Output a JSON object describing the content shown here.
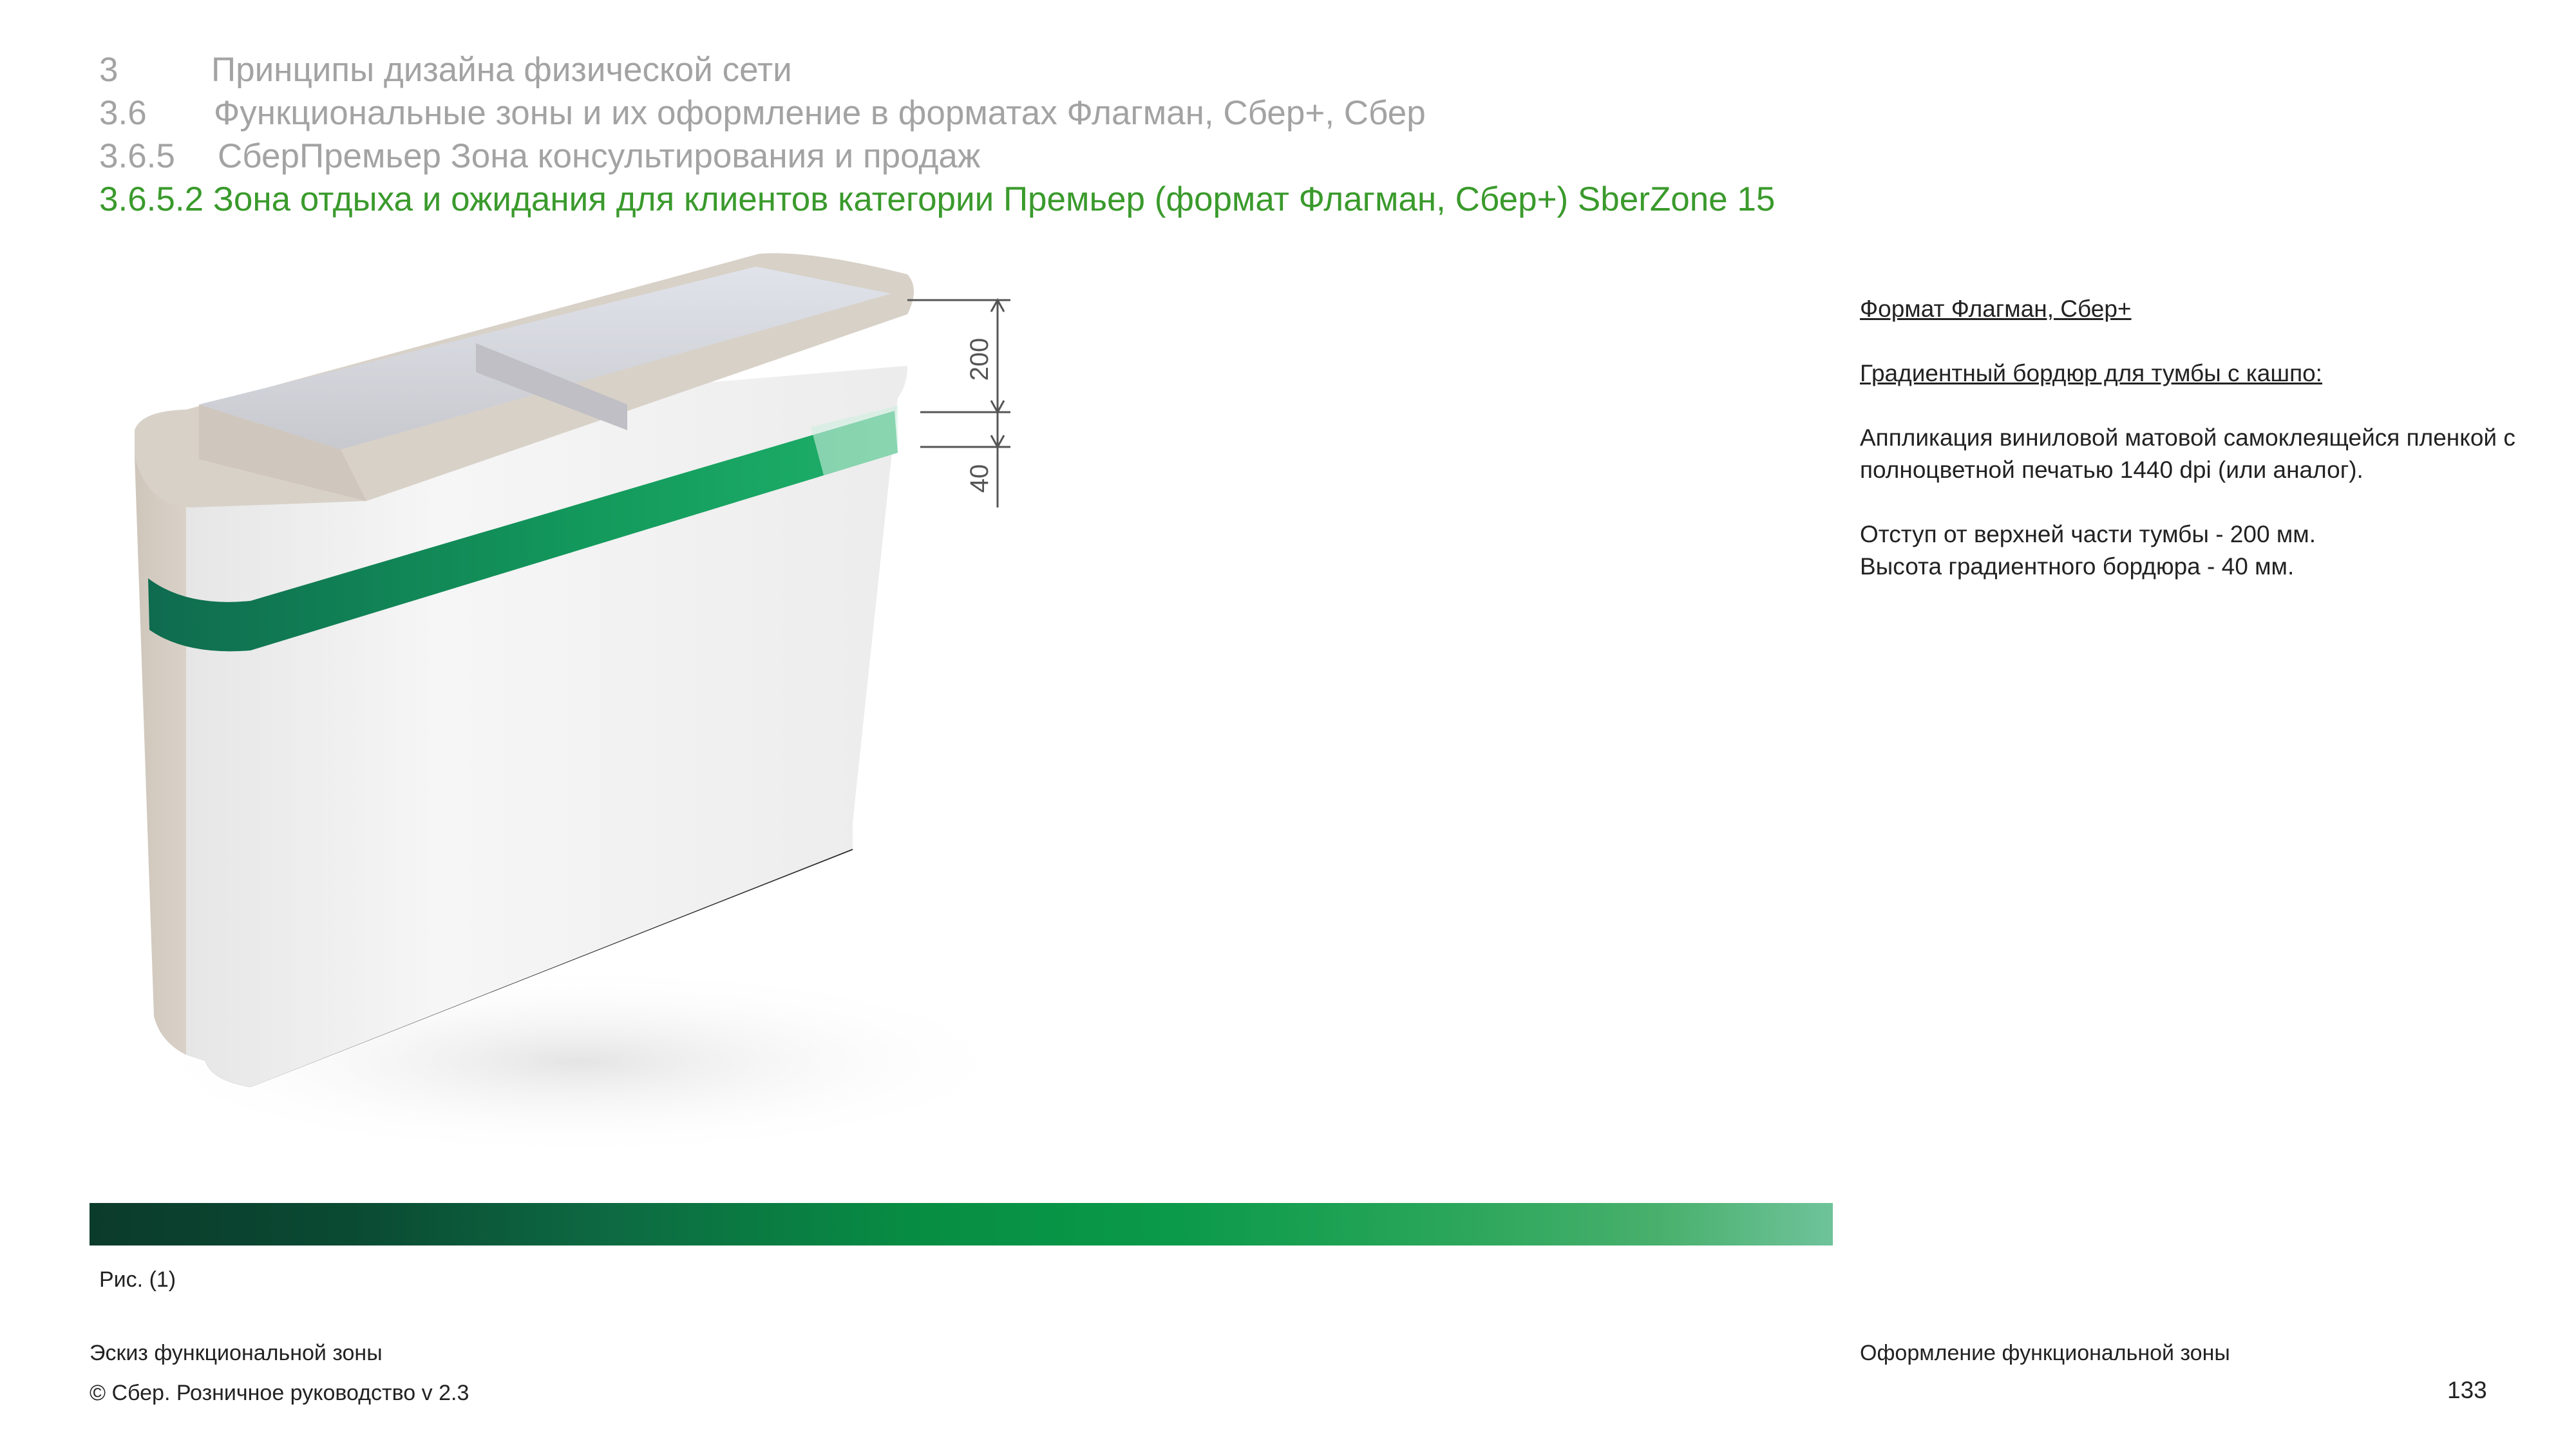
{
  "heading": {
    "lines": [
      {
        "num": "3",
        "text": "Принципы дизайна физической сети"
      },
      {
        "num": "3.6",
        "text": "Функциональные зоны и их оформление в форматах Флагман, Сбер+, Сбер"
      },
      {
        "num": "3.6.5",
        "text": "СберПремьер Зона консультирования и продаж"
      },
      {
        "num": "3.6.5.2",
        "text": "Зона отдыха и ожидания для клиентов категории Премьер (формат Флагман, Сбер+) SberZone 15"
      }
    ],
    "active_color": "#3a9a2c",
    "muted_color": "#a3a3a3"
  },
  "figure": {
    "dim_top": "200",
    "dim_bottom": "40",
    "caption": "Рис. (1)"
  },
  "notes": {
    "format": "Формат Флагман, Сбер+",
    "subtitle": "Градиентный бордюр для тумбы с кашпо:",
    "desc_line1": "Аппликация виниловой матовой самоклеящейся пленкой  с",
    "desc_line2": "полноцветной печатью 1440 dpi (или аналог).",
    "offset": "Отступ от верхней части тумбы -  200 мм.",
    "height": "Высота градиентного бордюра -  40 мм."
  },
  "footer": {
    "left_title": "Эскиз функциональной зоны",
    "copyright": "© Сбер. Розничное руководство  v 2.3",
    "right_title": "Оформление функциональной зоны",
    "page_number": "133"
  },
  "colors": {
    "stripe": "#139a5c",
    "base": "#2b2b2b"
  }
}
